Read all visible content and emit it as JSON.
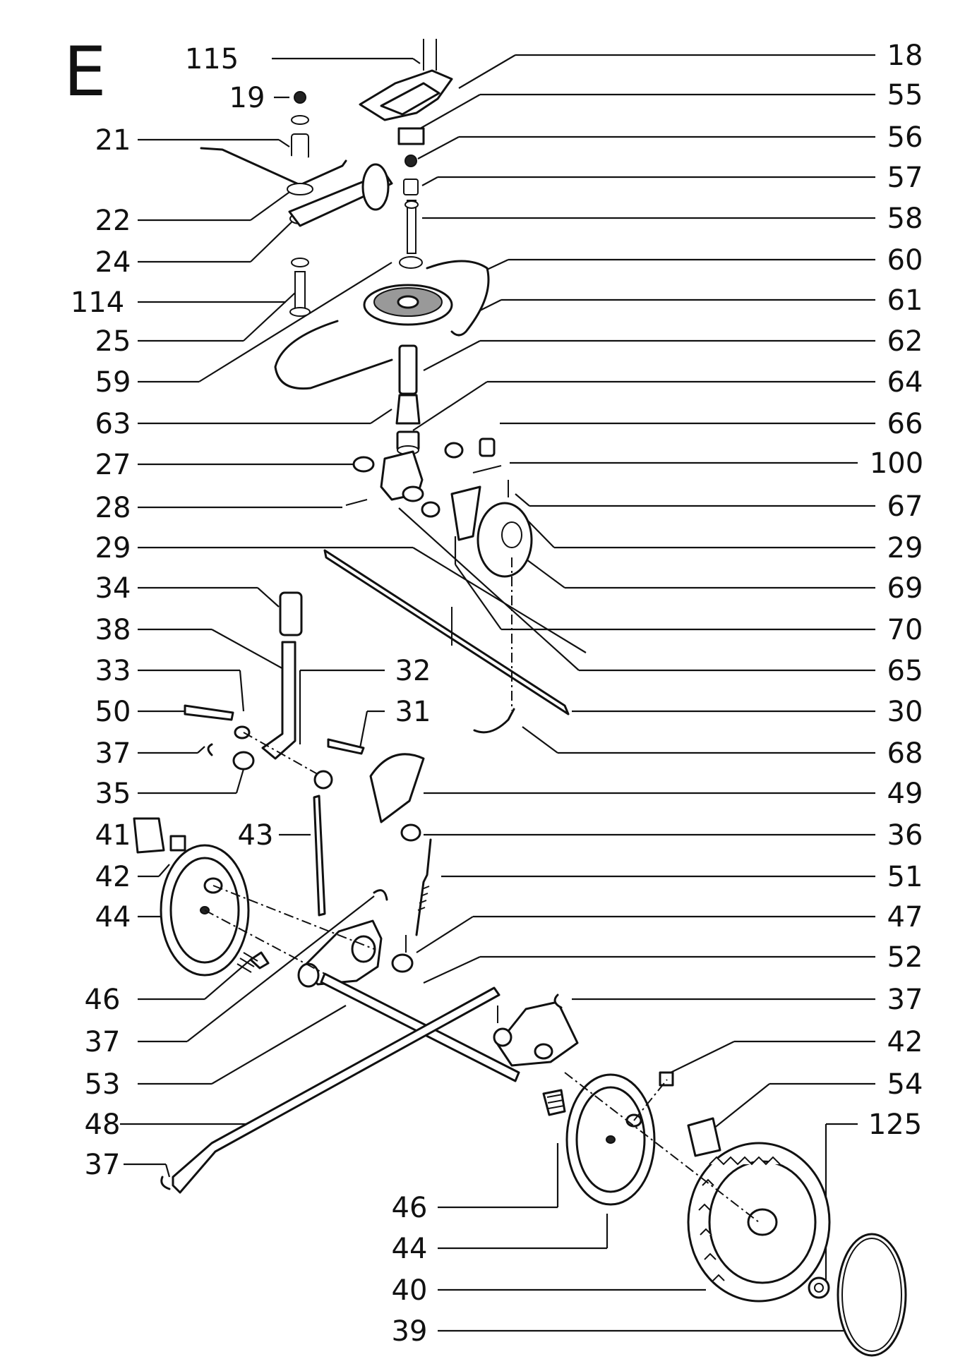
{
  "section_letter": "E",
  "callouts_left": [
    "115",
    "19",
    "21",
    "22",
    "24",
    "114",
    "25",
    "59",
    "63",
    "27",
    "28",
    "29",
    "34",
    "38",
    "33",
    "50",
    "37",
    "35",
    "41",
    "42",
    "44",
    "46",
    "37",
    "53",
    "48",
    "37"
  ],
  "callouts_right": [
    "18",
    "55",
    "56",
    "57",
    "58",
    "60",
    "61",
    "62",
    "64",
    "66",
    "100",
    "67",
    "29",
    "69",
    "70",
    "65",
    "30",
    "68",
    "49",
    "36",
    "51",
    "47",
    "52",
    "37",
    "42",
    "54",
    "125"
  ],
  "callouts_inline": [
    "32",
    "31",
    "43"
  ],
  "callouts_bottom": [
    "46",
    "44",
    "40",
    "39"
  ]
}
